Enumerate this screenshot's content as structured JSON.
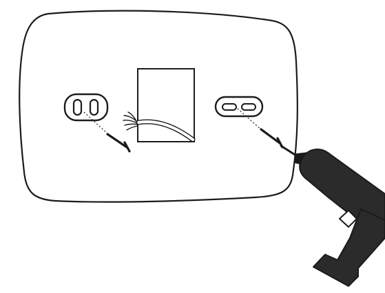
{
  "illustration": {
    "parts": [
      "wall-plate",
      "wall-opening",
      "wire-bundle",
      "left-mounting-slot",
      "right-mounting-slot",
      "left-screw",
      "right-screw",
      "power-drill"
    ],
    "colors": {
      "stroke": "#1a1a1a",
      "fill": "#ffffff",
      "drill": "#2b2b2b"
    },
    "icons": {
      "screw": "screw-icon",
      "drill": "drill-icon",
      "wires": "wires-icon"
    }
  }
}
